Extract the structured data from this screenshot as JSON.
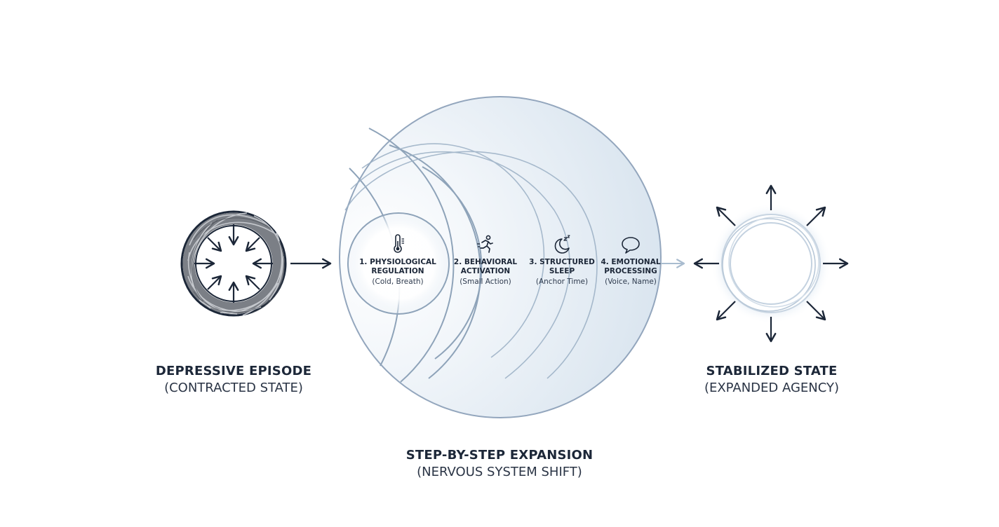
{
  "stages": {
    "contracted": {
      "title": "DEPRESSIVE EPISODE",
      "subtitle": "(CONTRACTED STATE)"
    },
    "expansion": {
      "title": "STEP-BY-STEP EXPANSION",
      "subtitle": "(NERVOUS SYSTEM SHIFT)"
    },
    "stabilized": {
      "title": "STABILIZED STATE",
      "subtitle": "(EXPANDED AGENCY)"
    }
  },
  "steps": [
    {
      "label_line1": "1. PHYSIOLOGICAL",
      "label_line2": "REGULATION",
      "detail": "(Cold, Breath)",
      "icon": "thermometer-icon"
    },
    {
      "label_line1": "2. BEHAVIORAL",
      "label_line2": "ACTIVATION",
      "detail": "(Small Action)",
      "icon": "running-person-icon"
    },
    {
      "label_line1": "3. STRUCTURED",
      "label_line2": "SLEEP",
      "detail": "(Anchor Time)",
      "icon": "moon-sleep-icon"
    },
    {
      "label_line1": "4. EMOTIONAL",
      "label_line2": "PROCESSING",
      "detail": "(Voice, Name)",
      "icon": "speech-bubble-icon"
    }
  ],
  "colors": {
    "ink": "#1c2738",
    "ring_gray": "#7b7f86",
    "sphere_stroke": "#93a6bd",
    "sphere_fill": "#e3ebf3",
    "glow": "#c9d8e8"
  }
}
